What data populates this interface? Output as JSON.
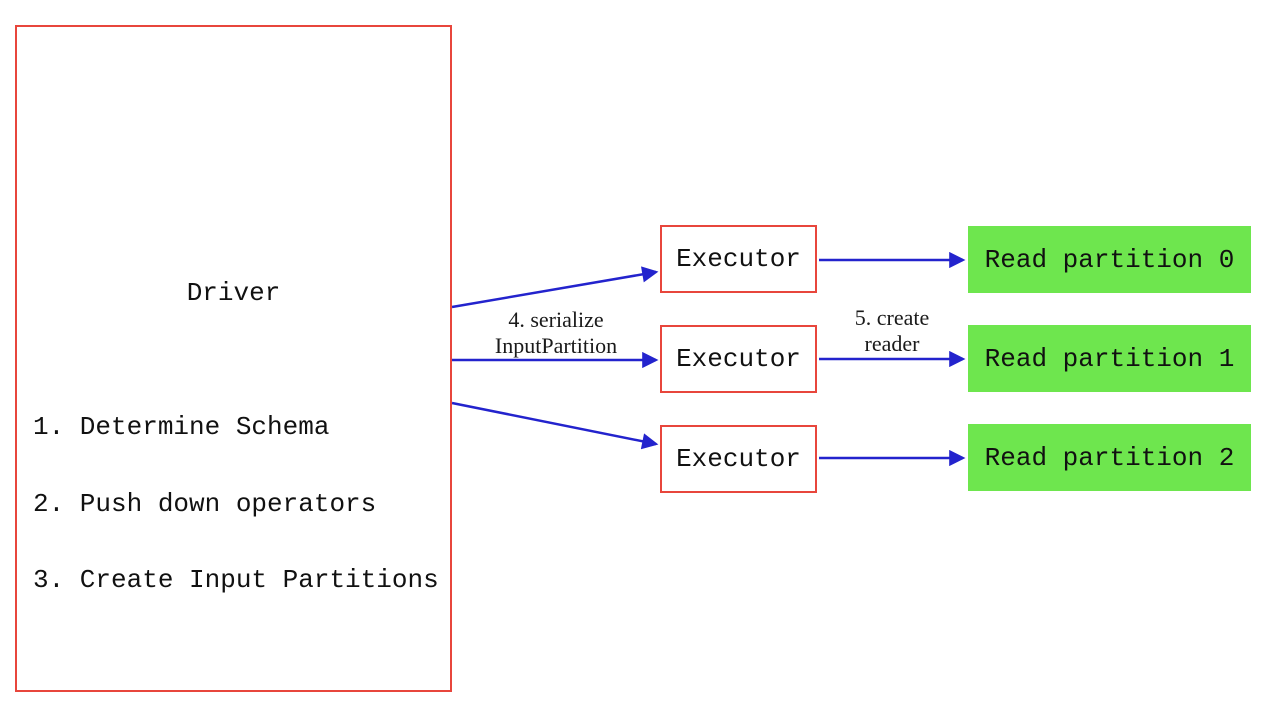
{
  "diagram": {
    "driver": {
      "title": "Driver",
      "steps": [
        "1. Determine Schema",
        "2. Push down operators",
        "3. Create Input Partitions"
      ]
    },
    "executors": [
      {
        "label": "Executor"
      },
      {
        "label": "Executor"
      },
      {
        "label": "Executor"
      }
    ],
    "partitions": [
      {
        "label": "Read partition 0"
      },
      {
        "label": "Read partition 1"
      },
      {
        "label": "Read partition 2"
      }
    ],
    "edge_labels": {
      "serialize": {
        "line1": "4. serialize",
        "line2": "InputPartition"
      },
      "create_reader": {
        "line1": "5. create",
        "line2": "reader"
      }
    },
    "colors": {
      "box_border_red": "#e8463c",
      "arrow_blue": "#2323cd",
      "partition_green": "#6ee64e",
      "text_black": "#111111",
      "background": "#ffffff"
    }
  }
}
